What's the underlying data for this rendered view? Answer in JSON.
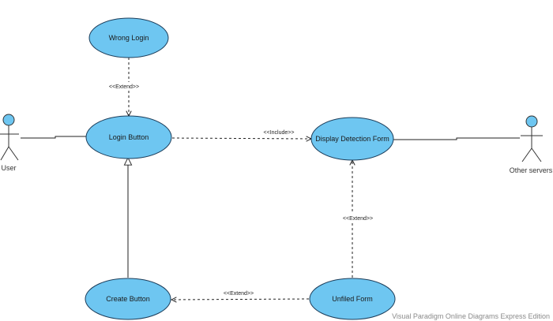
{
  "diagram": {
    "actors": {
      "user": "User",
      "other_servers": "Other servers"
    },
    "use_cases": {
      "wrong_login": "Wrong Login",
      "login_button": "Login Button",
      "display_detection_form": "Display Detection Form",
      "create_button": "Create Button",
      "unfilled_form": "Unfiled Form"
    },
    "relations": {
      "wrong_to_login": "<<Extend>>",
      "login_to_display": "<<Include>>",
      "unfilled_to_display": "<<Extend>>",
      "unfilled_to_create": "<<Extend>>"
    },
    "colors": {
      "use_case_fill": "#6ec6f1",
      "use_case_stroke": "#1c3d5a",
      "actor_head_fill": "#6ec6f1"
    }
  },
  "footer": {
    "watermark": "Visual Paradigm Online Diagrams Express Edition"
  }
}
